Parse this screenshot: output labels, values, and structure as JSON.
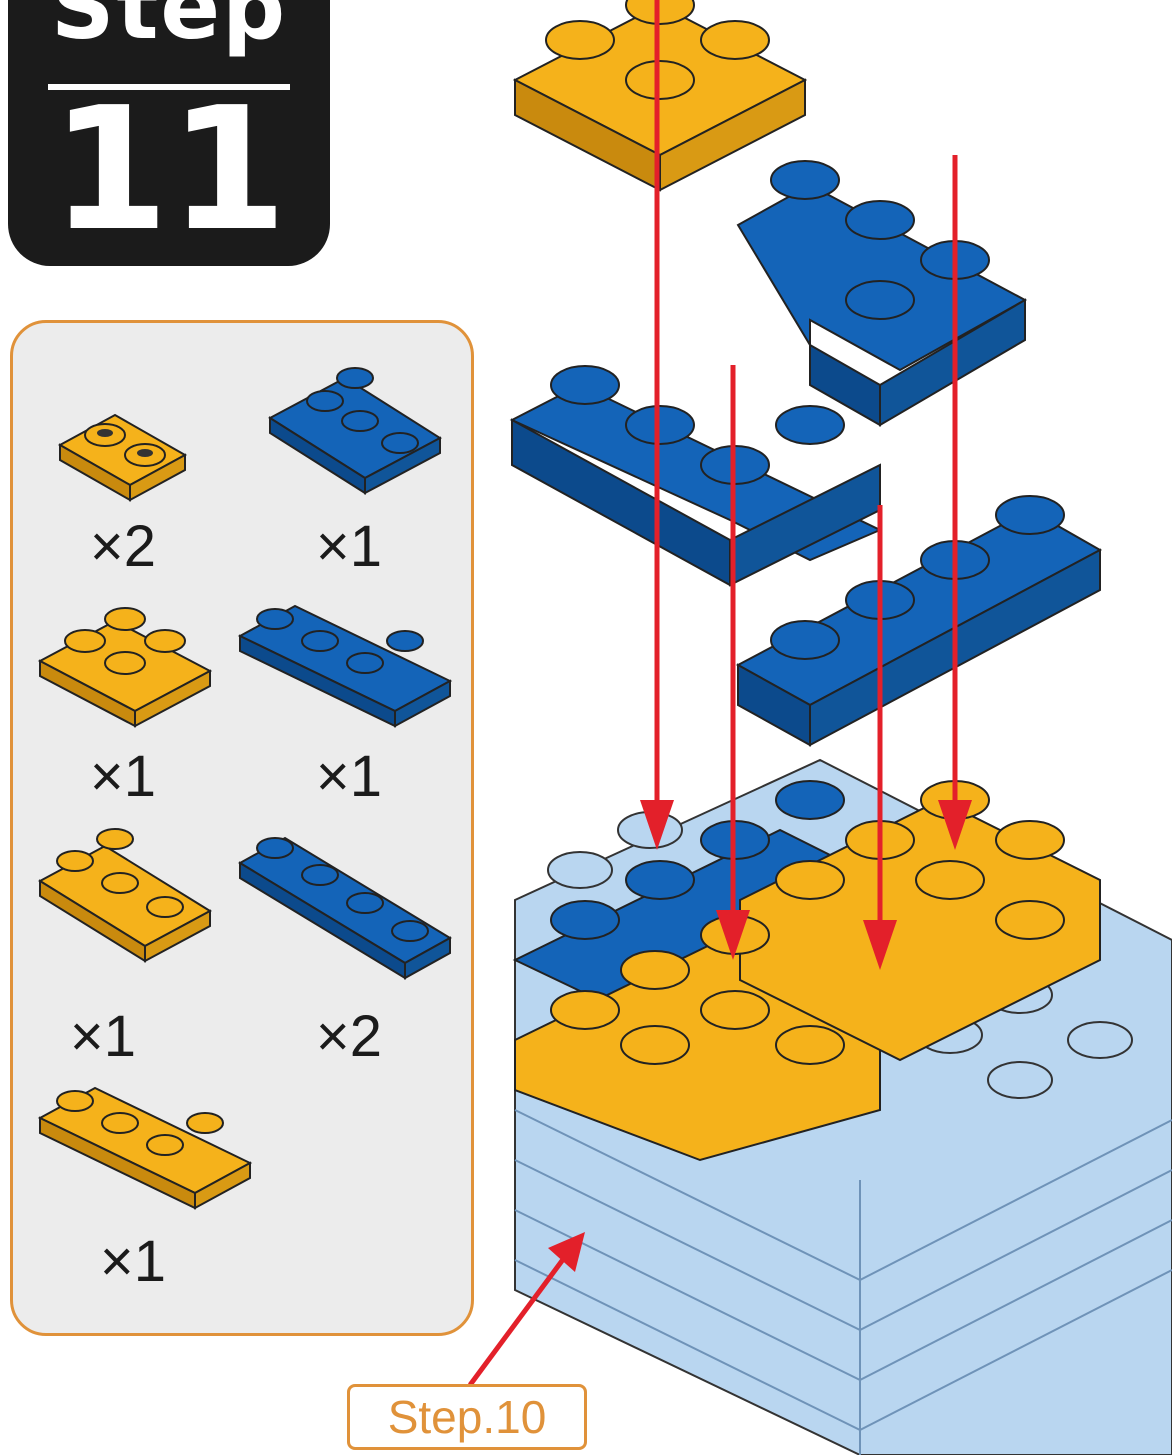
{
  "step_badge": {
    "word": "Step",
    "number": "11"
  },
  "parts": [
    {
      "id": "p1",
      "color": "yellow",
      "shape": "2x1 plate",
      "qty": "×2"
    },
    {
      "id": "p2",
      "color": "blue",
      "shape": "L plate",
      "qty": "×1"
    },
    {
      "id": "p3",
      "color": "yellow",
      "shape": "2x2 plate",
      "qty": "×1"
    },
    {
      "id": "p4",
      "color": "blue",
      "shape": "U plate",
      "qty": "×1"
    },
    {
      "id": "p5",
      "color": "yellow",
      "shape": "Z plate",
      "qty": "×1"
    },
    {
      "id": "p6",
      "color": "blue",
      "shape": "4x1 plate",
      "qty": "×2"
    },
    {
      "id": "p7",
      "color": "yellow",
      "shape": "U plate",
      "qty": "×1"
    }
  ],
  "reference_label": "Step.10",
  "colors": {
    "yellow": "#f5b21b",
    "yellow_dark": "#c98a0e",
    "blue": "#1464b8",
    "blue_dark": "#0c4a8c",
    "light_blue": "#b9d6f0",
    "light_blue_dark": "#8fb4d8",
    "arrow_red": "#e3202a",
    "accent_orange": "#e0923a"
  },
  "icons": [
    "yellow-brick-icon",
    "blue-brick-icon",
    "light-blue-brick-icon",
    "red-arrow-icon"
  ]
}
